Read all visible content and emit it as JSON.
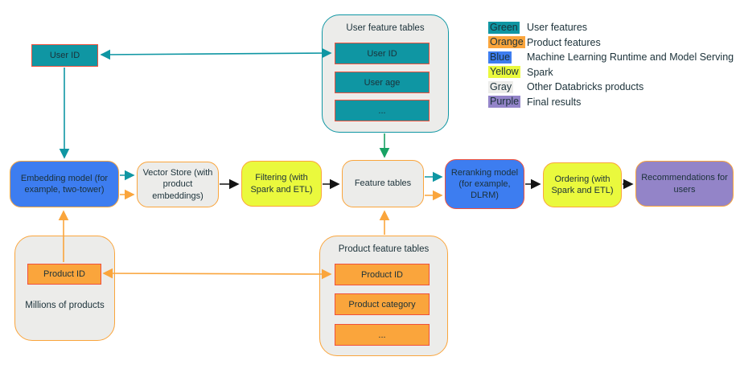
{
  "diagram": {
    "left": {
      "user_id_label": "User ID"
    },
    "pipeline": {
      "embedding_model": "Embedding model (for example, two-tower)",
      "vector_store": "Vector Store (with product embeddings)",
      "filtering": "Filtering (with Spark and ETL)",
      "feature_tables": "Feature tables",
      "reranking_model": "Reranking model (for example, DLRM)",
      "ordering": "Ordering (with Spark and ETL)",
      "recommendations": "Recommendations for users"
    },
    "user_feature_tables": {
      "title": "User feature tables",
      "fields": [
        "User ID",
        "User age",
        "..."
      ]
    },
    "product_feature_tables": {
      "title": "Product feature tables",
      "fields": [
        "Product ID",
        "Product category",
        "..."
      ]
    },
    "millions_of_products": {
      "label": "Millions of products",
      "product_id": "Product ID"
    },
    "legend": {
      "rows": [
        {
          "swatch": "Green",
          "label": "User features",
          "color": "#0F96A3"
        },
        {
          "swatch": "Orange",
          "label": "Product features",
          "color": "#FAA53C"
        },
        {
          "swatch": "Blue",
          "label": "Machine Learning Runtime and Model Serving",
          "color": "#3D7DF0"
        },
        {
          "swatch": "Yellow",
          "label": "Spark",
          "color": "#EAF93D"
        },
        {
          "swatch": "Gray",
          "label": "Other Databricks products",
          "color": "#ECECEA"
        },
        {
          "swatch": "Purple",
          "label": "Final results",
          "color": "#9384C8"
        }
      ]
    },
    "colors": {
      "teal": "#0F96A3",
      "green_arrow": "#18A264",
      "orange": "#FAA53C",
      "red_border": "#F0503C",
      "blue": "#3D7DF0",
      "yellow": "#EAF93D",
      "gray": "#ECECEA",
      "purple": "#9384C8",
      "black_arrow": "#141414"
    }
  }
}
